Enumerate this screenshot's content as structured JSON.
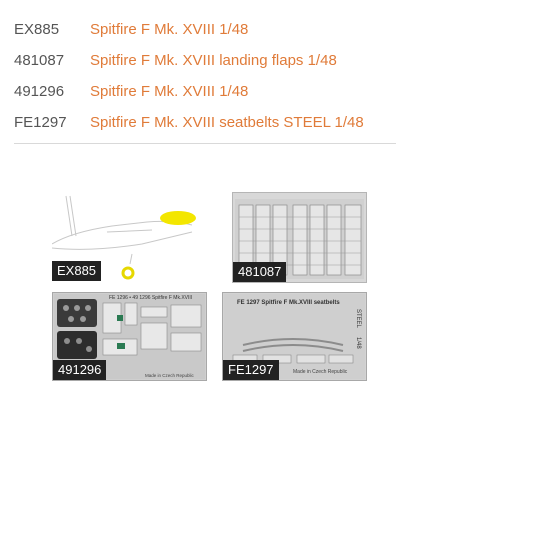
{
  "products": [
    {
      "code": "EX885",
      "title": "Spitfire F Mk. XVIII 1/48"
    },
    {
      "code": "481087",
      "title": "Spitfire F Mk. XVIII landing flaps 1/48"
    },
    {
      "code": "491296",
      "title": "Spitfire F Mk. XVIII 1/48"
    },
    {
      "code": "FE1297",
      "title": "Spitfire F Mk. XVIII seatbelts STEEL 1/48"
    }
  ],
  "thumbnails": [
    {
      "label": "EX885"
    },
    {
      "label": "481087"
    },
    {
      "label": "491296",
      "sheet_title": "FE 1296 • 49 1296  Spitfire F Mk.XVIII",
      "footer": "Made in Czech Republic"
    },
    {
      "label": "FE1297",
      "sheet_title": "FE 1297  Spitfire F Mk.XVIII seatbelts",
      "side": "STEEL",
      "scale": "1/48",
      "footer": "Made in Czech Republic"
    }
  ],
  "colors": {
    "link": "#e07b39",
    "code": "#555555",
    "mask": "#f3e600",
    "steel": "#c9c9c9"
  }
}
